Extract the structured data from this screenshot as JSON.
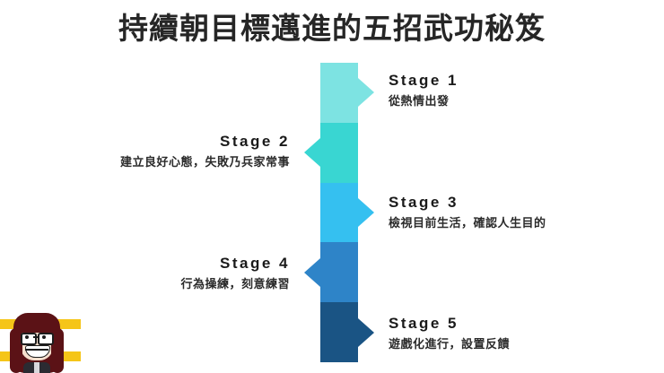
{
  "slide": {
    "title": "持續朝目標邁進的五招武功秘笈",
    "background_color": "#ffffff",
    "title_color": "#262626"
  },
  "stages": [
    {
      "label": "Stage  1",
      "description": "從熱情出發",
      "color": "#7DE3E2",
      "side": "right"
    },
    {
      "label": "Stage  2",
      "description": "建立良好心態，失敗乃兵家常事",
      "color": "#39D6D2",
      "side": "left"
    },
    {
      "label": "Stage  3",
      "description": "檢視目前生活，確認人生目的",
      "color": "#35C0F0",
      "side": "right"
    },
    {
      "label": "Stage  4",
      "description": "行為操練，刻意練習",
      "color": "#2E84C8",
      "side": "left"
    },
    {
      "label": "Stage  5",
      "description": "遊戲化進行，設置反饋",
      "color": "#1A5484",
      "side": "right"
    }
  ],
  "watermark": {
    "name": "avatar-watermark",
    "stripe_color": "#F5C518",
    "hair_color": "#5B1216",
    "skin_color": "#F7E0CE"
  }
}
